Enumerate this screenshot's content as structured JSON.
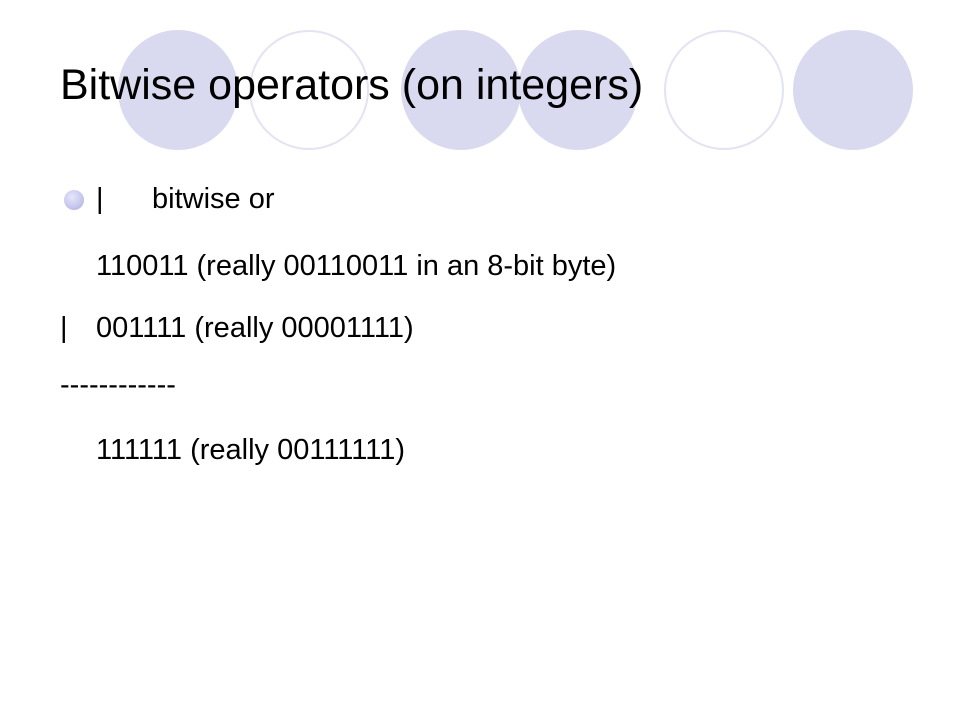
{
  "slide": {
    "title": "Bitwise operators (on integers)",
    "bullet_operator": "|",
    "bullet_text": "bitwise or",
    "line_operand_1": "110011 (really 00110011 in an 8-bit byte)",
    "line_operator_2": "|",
    "line_operand_2": "001111 (really 00001111)",
    "line_rule": "------------",
    "line_result": "111111 (really 00111111)"
  },
  "theme": {
    "accent": "#d9d9f0",
    "ring": "#e8e8f5",
    "bullet": "#c8c8ee",
    "text": "#000000"
  }
}
